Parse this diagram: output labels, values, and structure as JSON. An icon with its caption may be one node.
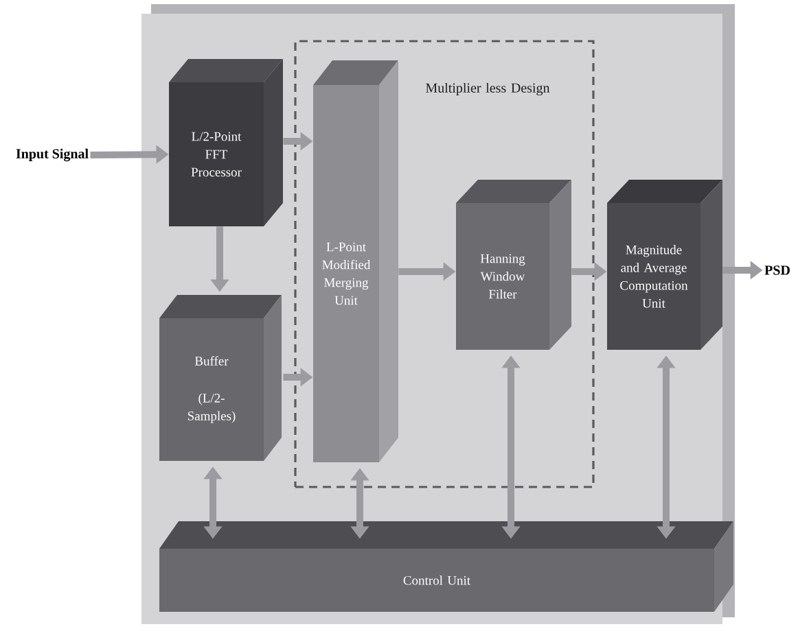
{
  "diagram": {
    "nodes": [
      {
        "text": [
          "Input Signal"
        ]
      },
      {
        "text": [],
        "shape": "box"
      },
      {
        "text": [
          "L/2-Point FFT Processor"
        ],
        "in": 1
      },
      {
        "text": [
          "Multiplier less Design"
        ],
        "in": 1
      },
      {
        "text": [
          "L-Point Modified Merging Unit"
        ],
        "in": 3
      },
      {
        "text": [
          "Hanning Window Filter"
        ],
        "in": 3
      },
      {
        "text": [
          "Buffer",
          "(L/2-Samples)"
        ],
        "in": 1
      },
      {
        "text": [
          "Magnitude and Average Computation Unit"
        ],
        "in": 1
      },
      {
        "text": [
          "Control Unit"
        ],
        "in": 1
      },
      {
        "text": [
          "PSD"
        ]
      }
    ],
    "edges": [
      {
        "from": 0,
        "to": 2,
        "arrow": "to"
      },
      {
        "from": 2,
        "to": 4,
        "arrow": "to"
      },
      {
        "from": 2,
        "to": 6,
        "arrow": "to"
      },
      {
        "from": 6,
        "to": 4,
        "arrow": "to"
      },
      {
        "from": 4,
        "to": 5,
        "arrow": "to"
      },
      {
        "from": 5,
        "to": 7,
        "arrow": "to"
      },
      {
        "from": 7,
        "to": 9,
        "arrow": "to"
      },
      {
        "from": 6,
        "to": 8,
        "arrow": "both"
      },
      {
        "from": 4,
        "to": 8,
        "arrow": "both"
      },
      {
        "from": 5,
        "to": 8,
        "arrow": "both"
      },
      {
        "from": 7,
        "to": 8,
        "arrow": "both"
      }
    ]
  }
}
